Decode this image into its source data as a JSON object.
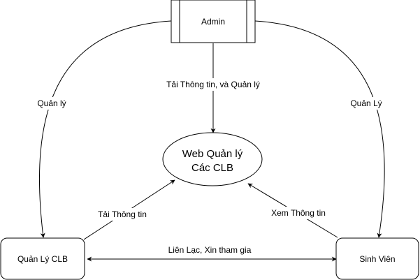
{
  "nodes": {
    "admin": "Admin",
    "web_line1": "Web Quản lý",
    "web_line2": "Các CLB",
    "club_manager": "Quản Lý CLB",
    "student": "Sinh Viên"
  },
  "edges": {
    "admin_to_web": "Tải Thông tin, và Quản lý",
    "admin_to_club_manager": "Quản lý",
    "admin_to_student": "Quản Lý",
    "club_manager_to_web": "Tải Thông tin",
    "student_to_web": "Xem Thông tin",
    "club_manager_student": "Liên Lạc, Xin tham gia"
  },
  "colors": {
    "stroke": "#000000",
    "fill": "#ffffff"
  }
}
